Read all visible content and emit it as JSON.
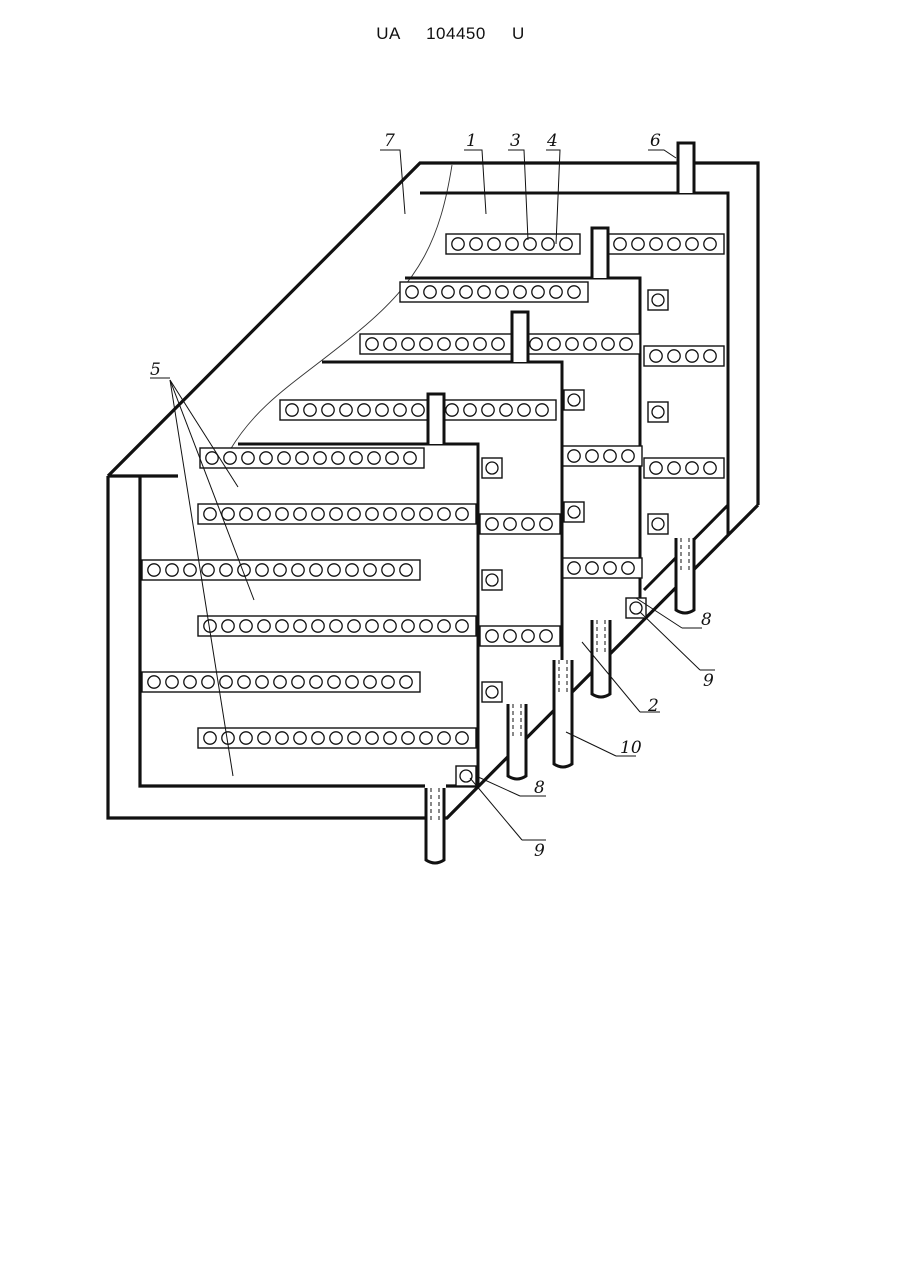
{
  "header": {
    "prefix": "UA",
    "number": "104450",
    "suffix": "U"
  },
  "colors": {
    "stroke": "#111111",
    "background": "#ffffff"
  },
  "callouts": {
    "c1": "1",
    "c2": "2",
    "c3": "3",
    "c4": "4",
    "c5": "5",
    "c6": "6",
    "c7": "7",
    "c8a": "8",
    "c8b": "8",
    "c9a": "9",
    "c9b": "9",
    "c10": "10"
  }
}
